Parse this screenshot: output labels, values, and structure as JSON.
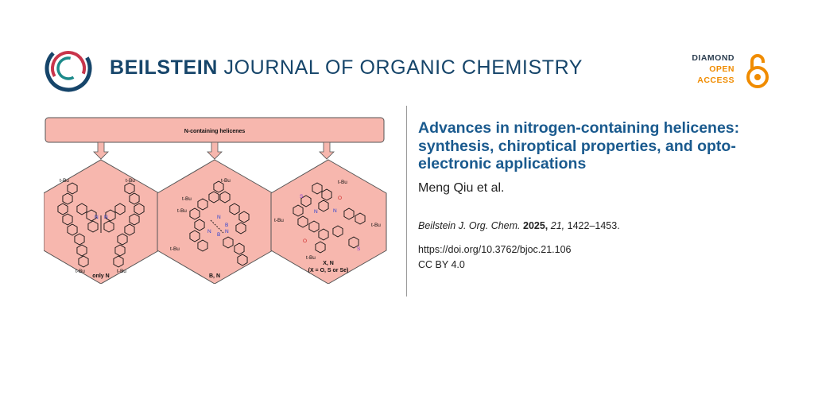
{
  "header": {
    "journal_bold": "BEILSTEIN",
    "journal_rest": "JOURNAL OF ORGANIC CHEMISTRY",
    "oa_line1": "DIAMOND",
    "oa_line2": "OPEN",
    "oa_line3": "ACCESS"
  },
  "graphic": {
    "banner": "N-containing helicenes",
    "labels": {
      "only_n": "only N",
      "b_n": "B, N",
      "x_n": "X, N",
      "x_n_sub": "(X = O, S or Se)",
      "tbu": "t-Bu",
      "n": "N",
      "b": "B",
      "s": "S",
      "o": "O"
    }
  },
  "article": {
    "title": "Advances in nitrogen-containing helicenes: synthesis, chiroptical properties, and opto-electronic applications",
    "authors": "Meng Qiu et al.",
    "citation": {
      "journal": "Beilstein J. Org. Chem.",
      "year": "2025,",
      "volume": "21,",
      "pages": "1422–1453."
    },
    "doi": "https://doi.org/10.3762/bjoc.21.106",
    "license": "CC BY 4.0"
  },
  "colors": {
    "journal_blue": "#16456a",
    "title_blue": "#1a5a8e",
    "oa_orange": "#f08c00",
    "hex_fill": "#f7b7ae",
    "logo_red": "#c8354b",
    "logo_teal": "#1c8a8a"
  }
}
